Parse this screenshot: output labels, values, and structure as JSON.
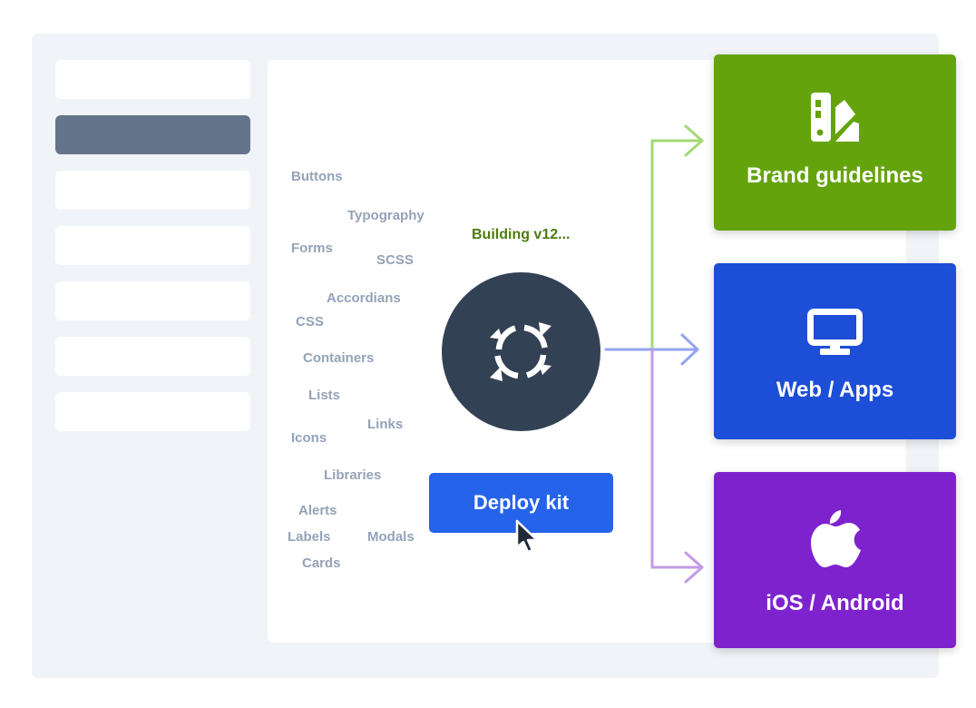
{
  "sidebar": {
    "item_count": 7,
    "active_index": 1
  },
  "components": [
    {
      "name": "Buttons"
    },
    {
      "name": "Typography"
    },
    {
      "name": "Forms"
    },
    {
      "name": "SCSS"
    },
    {
      "name": "Accordians"
    },
    {
      "name": "CSS"
    },
    {
      "name": "Containers"
    },
    {
      "name": "Lists"
    },
    {
      "name": "Links"
    },
    {
      "name": "Icons"
    },
    {
      "name": "Libraries"
    },
    {
      "name": "Alerts"
    },
    {
      "name": "Labels"
    },
    {
      "name": "Modals"
    },
    {
      "name": "Cards"
    }
  ],
  "build": {
    "status": "Building v12...",
    "icon": "sync-icon"
  },
  "deploy": {
    "label": "Deploy kit",
    "cursor_icon": "mouse-pointer-icon"
  },
  "targets": [
    {
      "label": "Brand guidelines",
      "icon": "swatchbook-icon",
      "color": "#65a30d"
    },
    {
      "label": "Web / Apps",
      "icon": "desktop-icon",
      "color": "#1d4ed8"
    },
    {
      "label": "iOS / Android",
      "icon": "apple-icon",
      "color": "#7e22ce"
    }
  ],
  "colors": {
    "frame_bg": "#f0f3f8",
    "active_item": "#64748b",
    "build_circle": "#334155",
    "deploy_button": "#2563eb",
    "status_text": "#4d7c0f",
    "arrow_green": "#a3d977",
    "arrow_blue": "#93a5f0",
    "arrow_purple": "#c39ae6",
    "component_text": "#94a3b8"
  }
}
